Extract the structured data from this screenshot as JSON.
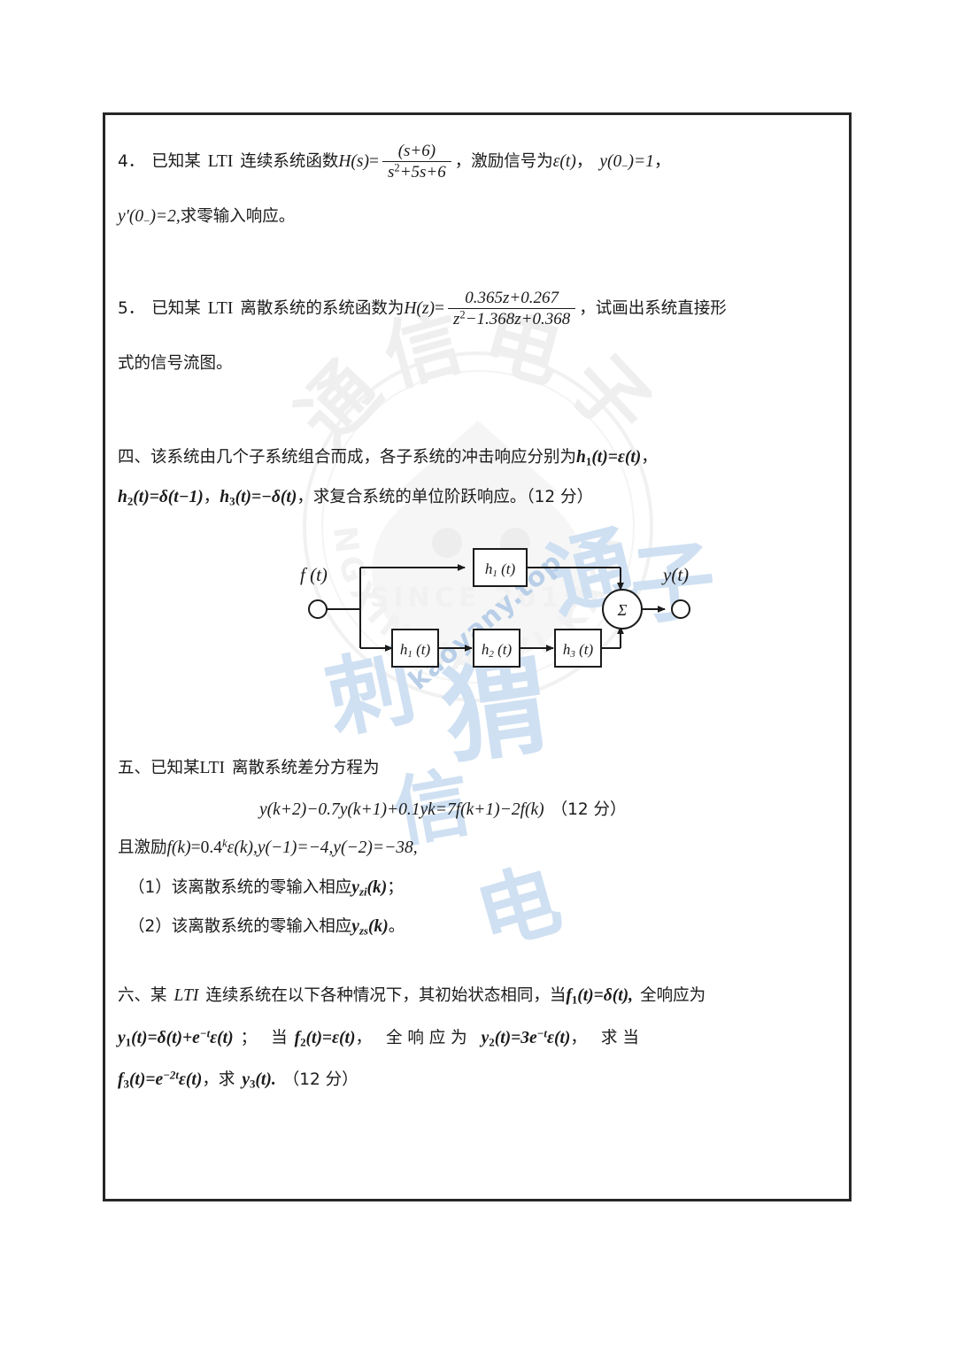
{
  "document": {
    "type": "exam-paper-page",
    "language": "zh-CN",
    "border_color": "#262626",
    "text_color": "#1b1b1b",
    "watermark_color": "#b9cfe8"
  },
  "watermark": {
    "diagonal_text": "kaoyany.top",
    "seal_top_arc": "通信电子",
    "seal_since": "SINCE 2015",
    "seal_bottom_arc": "TONGXINDIANZI KAOYAN",
    "brush_chars": [
      "刺",
      "猬",
      "通",
      "信",
      "电",
      "子"
    ]
  },
  "questions": [
    {
      "id": "q4",
      "number": "4.",
      "lines": [
        {
          "id": "q4l1",
          "segments": [
            {
              "kind": "cjk",
              "text": "4．已知某"
            },
            {
              "kind": "roman",
              "text": "LTI"
            },
            {
              "kind": "cjk",
              "text": "连续系统函数"
            },
            {
              "kind": "math-italic",
              "text": "H(s)"
            },
            {
              "kind": "op",
              "text": "="
            },
            {
              "kind": "fraction",
              "numerator": "(s+6)",
              "denominator": "s² + 5s + 6"
            },
            {
              "kind": "cjk",
              "text": "，激励信号为"
            },
            {
              "kind": "math-italic",
              "text": "ε(t)"
            },
            {
              "kind": "cjk",
              "text": "，"
            },
            {
              "kind": "math-italic",
              "text": "y(0₋) = 1"
            },
            {
              "kind": "cjk",
              "text": "，"
            }
          ]
        },
        {
          "id": "q4l2",
          "segments": [
            {
              "kind": "math-italic",
              "text": "y′(0₋) = 2"
            },
            {
              "kind": "cjk",
              "text": "，求零输入响应。"
            }
          ]
        }
      ]
    },
    {
      "id": "q5",
      "number": "5.",
      "lines": [
        {
          "id": "q5l1",
          "segments": [
            {
              "kind": "cjk",
              "text": "5．已知某"
            },
            {
              "kind": "roman",
              "text": "LTI"
            },
            {
              "kind": "cjk",
              "text": "离散系统的系统函数为"
            },
            {
              "kind": "math-italic",
              "text": "H(z)"
            },
            {
              "kind": "op",
              "text": "="
            },
            {
              "kind": "fraction",
              "numerator": "0.365z + 0.267",
              "denominator": "z² − 1.368z + 0.368"
            },
            {
              "kind": "cjk",
              "text": "，试画出系统直接形"
            }
          ]
        },
        {
          "id": "q5l2",
          "segments": [
            {
              "kind": "cjk",
              "text": "式的信号流图。"
            }
          ]
        }
      ]
    },
    {
      "id": "q-four",
      "number": "四、",
      "marks": "（12 分）",
      "lines": [
        {
          "id": "q4cnl1",
          "segments": [
            {
              "kind": "cjk",
              "text": "四、该系统由几个子系统组合而成，各子系统的冲击响应分别为"
            },
            {
              "kind": "math-bold-italic",
              "text": "h₁(t) = ε(t)"
            },
            {
              "kind": "cjk",
              "text": "，"
            }
          ]
        },
        {
          "id": "q4cnl2",
          "segments": [
            {
              "kind": "math-bold-italic",
              "text": "h₂(t) = δ(t − 1)"
            },
            {
              "kind": "cjk",
              "text": "，"
            },
            {
              "kind": "math-bold-italic",
              "text": "h₃(t) = − δ(t)"
            },
            {
              "kind": "cjk",
              "text": "，求复合系统的单位阶跃响应。（12 分）"
            }
          ]
        }
      ],
      "diagram": {
        "type": "block-diagram",
        "input_label": "f (t)",
        "output_label": "y(t)",
        "summer_label": "Σ",
        "top_branch": [
          "h₁(t)"
        ],
        "bottom_branch": [
          "h₁(t)",
          "h₂(t)",
          "h₃(t)"
        ]
      }
    },
    {
      "id": "q-five",
      "number": "五、",
      "lines": [
        {
          "id": "q5cnl1",
          "segments": [
            {
              "kind": "cjk",
              "text": "五、已知某"
            },
            {
              "kind": "roman",
              "text": "LTI"
            },
            {
              "kind": "cjk",
              "text": "离散系统差分方程为"
            }
          ]
        },
        {
          "id": "q5cnl2",
          "centered": true,
          "segments": [
            {
              "kind": "math-italic",
              "text": "y(k+2) − 0.7y(k+1) + 0.1yk = 7f(k+1) − 2f(k)"
            },
            {
              "kind": "cjk",
              "text": "（12 分）"
            }
          ]
        },
        {
          "id": "q5cnl3",
          "segments": [
            {
              "kind": "cjk",
              "text": "且激励"
            },
            {
              "kind": "math-italic",
              "text": "f(k) = 0.4ᵏε(k), y(−1) = −4, y(−2) = −38,"
            }
          ]
        },
        {
          "id": "q5cnl4",
          "segments": [
            {
              "kind": "cjk",
              "text": "（1）该离散系统的零输入相应"
            },
            {
              "kind": "math-bold-italic",
              "text": "y_zi(k)"
            },
            {
              "kind": "cjk",
              "text": "；"
            }
          ]
        },
        {
          "id": "q5cnl5",
          "segments": [
            {
              "kind": "cjk",
              "text": "（2）该离散系统的零输入相应"
            },
            {
              "kind": "math-bold-italic",
              "text": "y_zs(k)"
            },
            {
              "kind": "cjk",
              "text": "。"
            }
          ]
        }
      ]
    },
    {
      "id": "q-six",
      "number": "六、",
      "lines": [
        {
          "id": "q6l1",
          "segments": [
            {
              "kind": "cjk",
              "text": "六、某"
            },
            {
              "kind": "math-italic",
              "text": "LTI"
            },
            {
              "kind": "cjk",
              "text": "连续系统在以下各种情况下，其初始状态相同，当"
            },
            {
              "kind": "math-bold-italic",
              "text": "f₁(t) = δ(t),"
            },
            {
              "kind": "cjk",
              "text": "全响应为"
            }
          ]
        },
        {
          "id": "q6l2",
          "segments": [
            {
              "kind": "math-bold-italic",
              "text": "y₁(t) = δ(t) + e⁻ᵗε(t)"
            },
            {
              "kind": "cjk",
              "text": "；当"
            },
            {
              "kind": "math-bold-italic",
              "text": "f₂(t) = ε(t)"
            },
            {
              "kind": "cjk",
              "text": "，全响应为"
            },
            {
              "kind": "math-bold-italic",
              "text": "y₂(t) = 3e⁻ᵗε(t)"
            },
            {
              "kind": "cjk",
              "text": "，求当"
            }
          ]
        },
        {
          "id": "q6l3",
          "segments": [
            {
              "kind": "math-bold-italic",
              "text": "f₃(t) = e⁻²ᵗε(t)"
            },
            {
              "kind": "cjk",
              "text": "，求"
            },
            {
              "kind": "math-bold-italic",
              "text": "y₃(t)."
            },
            {
              "kind": "cjk",
              "text": "（12 分）"
            }
          ]
        }
      ]
    }
  ],
  "text": {
    "q4_num": "4．",
    "q4_a": "已知某",
    "q4_lti": "LTI",
    "q4_b": "连续系统函数",
    "q4_Hs": "H(s)",
    "q4_eq": "=",
    "q4_num_frac": "(s+6)",
    "q4_den_frac_pre": "s",
    "q4_den_frac_post": "+5s+6",
    "q4_c": "，激励信号为",
    "q4_eps": "ε(t)",
    "q4_comma1": "，",
    "q4_y0": "y(0",
    "q4_y0b": ")=1",
    "q4_comma2": "，",
    "q4_l2_yp": "y′(0",
    "q4_l2_ypb": ")=2,",
    "q4_l2_tail": "求零输入响应。",
    "q5_num": "5．",
    "q5_a": "已知某",
    "q5_lti": "LTI",
    "q5_b": "离散系统的系统函数为",
    "q5_Hz": "H(z)",
    "q5_eq": "=",
    "q5_num_frac": "0.365z+0.267",
    "q5_den_pre": "z",
    "q5_den_post": "−1.368z+0.368",
    "q5_c": "，试画出系统直接形",
    "q5_l2": "式的信号流图。",
    "s4_a": "四、该系统由几个子系统组合而成，各子系统的冲击响应分别为",
    "s4_h1": "h",
    "s4_h1sub": "1",
    "s4_h1t": "(t)=ε(t)",
    "s4_comma": "，",
    "s4_l2_h2": "h",
    "s4_l2_h2sub": "2",
    "s4_l2_h2t": "(t)=δ(t−1)",
    "s4_l2_c1": "，",
    "s4_l2_h3": "h",
    "s4_l2_h3sub": "3",
    "s4_l2_h3t": "(t)=−δ(t)",
    "s4_l2_tail": "，求复合系统的单位阶跃响应。（12 分）",
    "dg_f": "f",
    "dg_ft": " (t)",
    "dg_y": "y",
    "dg_yt": "(t)",
    "dg_sigma": "Σ",
    "dg_h": "h",
    "dg_top_sub": "1",
    "dg_top_t": " (t)",
    "dg_b1_sub": "1",
    "dg_b2_sub": "2",
    "dg_b3_sub": "3",
    "s5_l1": "五、已知某",
    "s5_l1_lti": "LTI",
    "s5_l1_b": "离散系统差分方程为",
    "s5_eq": "y(k+2)−0.7y(k+1)+0.1yk=7f(k+1)−2f(k)",
    "s5_eq_marks": "（12 分）",
    "s5_l3_a": "且激励",
    "s5_l3_f": "f(k)",
    "s5_l3_b": "=0.4",
    "s5_l3_k": "k",
    "s5_l3_c": "ε(k),y(−1)=−4,y(−2)=−38,",
    "s5_l4_a": "（1）该离散系统的零输入相应",
    "s5_l4_y": "y",
    "s5_l4_sub": "zi",
    "s5_l4_k": "(k)",
    "s5_l4_tail": "；",
    "s5_l5_a": "（2）该离散系统的零输入相应",
    "s5_l5_y": "y",
    "s5_l5_sub": "zs",
    "s5_l5_k": "(k)",
    "s5_l5_tail": "。",
    "s6_l1_a": "六、某",
    "s6_l1_lti": "LTI",
    "s6_l1_b": "连续系统在以下各种情况下，其初始状态相同，当",
    "s6_l1_f1": "f",
    "s6_l1_f1sub": "1",
    "s6_l1_f1t": "(t)=δ(t),",
    "s6_l1_c": "全响应为",
    "s6_l2_y1": "y",
    "s6_l2_y1sub": "1",
    "s6_l2_y1t": "(t)=δ(t)+e",
    "s6_l2_exp": "−t",
    "s6_l2_y1tail": "ε(t)",
    "s6_l2_semi": "；",
    "s6_l2_dang1": "当",
    "s6_l2_f2": "f",
    "s6_l2_f2sub": "2",
    "s6_l2_f2t": "(t)=ε(t)",
    "s6_l2_c1": "，",
    "s6_l2_quan": "全 响 应 为",
    "s6_l2_y2": "y",
    "s6_l2_y2sub": "2",
    "s6_l2_y2t": "(t)=3e",
    "s6_l2_exp2": "−t",
    "s6_l2_y2tail": "ε(t)",
    "s6_l2_c2": "，",
    "s6_l2_qiu": "求 当",
    "s6_l3_f3": "f",
    "s6_l3_f3sub": "3",
    "s6_l3_f3t": "(t)=e",
    "s6_l3_exp": "−2t",
    "s6_l3_f3tail": "ε(t)",
    "s6_l3_c": "，求",
    "s6_l3_y3": "y",
    "s6_l3_y3sub": "3",
    "s6_l3_y3t": "(t).",
    "s6_l3_marks": "（12 分）"
  }
}
